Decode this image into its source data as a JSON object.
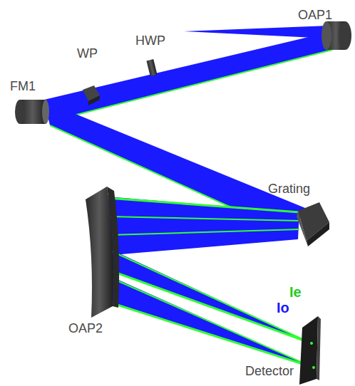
{
  "diagram": {
    "labels": [
      "OAP1",
      "WP",
      "HWP",
      "FM1",
      "Grating",
      "OAP2",
      "Ie",
      "Io",
      "Detector"
    ]
  }
}
